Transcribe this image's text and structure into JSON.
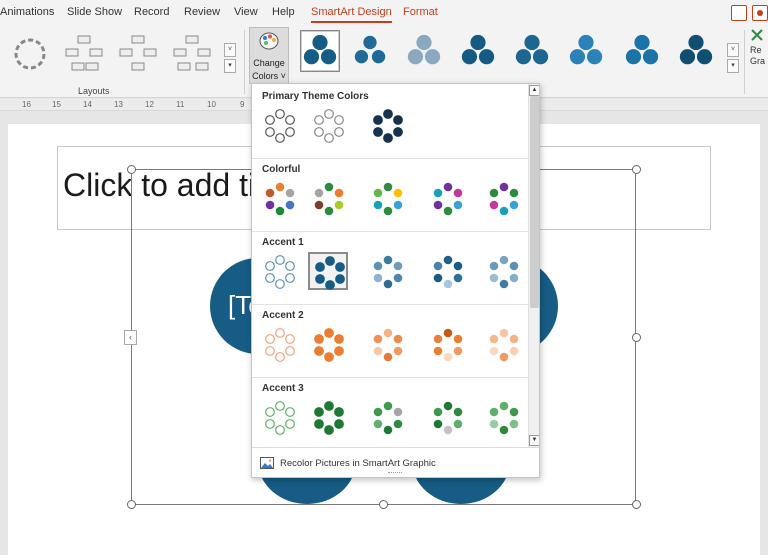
{
  "tabs": [
    {
      "label": "Animations",
      "active": false,
      "ctx": false
    },
    {
      "label": "Slide Show",
      "active": false,
      "ctx": false
    },
    {
      "label": "Record",
      "active": false,
      "ctx": false
    },
    {
      "label": "Review",
      "active": false,
      "ctx": false
    },
    {
      "label": "View",
      "active": false,
      "ctx": false
    },
    {
      "label": "Help",
      "active": false,
      "ctx": false
    },
    {
      "label": "SmartArt Design",
      "active": true,
      "ctx": true
    },
    {
      "label": "Format",
      "active": false,
      "ctx": true
    }
  ],
  "ribbon": {
    "layouts_label": "Layouts",
    "change_colors": {
      "line1": "Change",
      "line2": "Colors ˅"
    },
    "reset_partial": {
      "line1": "Re",
      "line2": "Gra"
    }
  },
  "ruler": {
    "labels": [
      "16",
      "15",
      "14",
      "13",
      "12",
      "11",
      "10",
      "9"
    ]
  },
  "slide": {
    "title_placeholder": "Click to add ti",
    "text_placeholder": "[Te",
    "side_tab": "‹"
  },
  "dropdown": {
    "sections": [
      {
        "title": "Primary Theme Colors",
        "options": [
          {
            "colors": [
              "#ffffff",
              "#ffffff",
              "#ffffff",
              "#ffffff",
              "#ffffff",
              "#ffffff"
            ],
            "stroke": "#555555"
          },
          {
            "colors": [
              "#ffffff",
              "#ffffff",
              "#ffffff",
              "#ffffff",
              "#ffffff",
              "#ffffff"
            ],
            "stroke": "#888888"
          },
          {
            "colors": [
              "#17324d",
              "#17324d",
              "#17324d",
              "#17324d",
              "#17324d",
              "#17324d"
            ],
            "stroke": "#17324d"
          }
        ]
      },
      {
        "title": "Colorful",
        "options": [
          {
            "colors": [
              "#ed7d31",
              "#a5a5a5",
              "#4472c4",
              "#1d8a3a",
              "#7030a0",
              "#bf5a2a"
            ],
            "stroke": "none"
          },
          {
            "colors": [
              "#2e8b3d",
              "#ed7d31",
              "#a9c92c",
              "#2e8b3d",
              "#7a3e2b",
              "#a5a5a5"
            ],
            "stroke": "none"
          },
          {
            "colors": [
              "#2e8b3d",
              "#ffc000",
              "#3aa3d6",
              "#2e8b3d",
              "#17a2b8",
              "#5fba47"
            ],
            "stroke": "none"
          },
          {
            "colors": [
              "#7030a0",
              "#c0399b",
              "#3aa3d6",
              "#2e8b3d",
              "#7030a0",
              "#17a2b8"
            ],
            "stroke": "none"
          },
          {
            "colors": [
              "#7030a0",
              "#2e8b3d",
              "#3aa3d6",
              "#17a2b8",
              "#c0399b",
              "#2e8b3d"
            ],
            "stroke": "none"
          }
        ]
      },
      {
        "title": "Accent 1",
        "options": [
          {
            "colors": [
              "#ffffff",
              "#ffffff",
              "#ffffff",
              "#ffffff",
              "#ffffff",
              "#ffffff"
            ],
            "stroke": "#5a93b8"
          },
          {
            "colors": [
              "#165c84",
              "#165c84",
              "#165c84",
              "#165c84",
              "#165c84",
              "#165c84"
            ],
            "stroke": "#165c84",
            "selected": true
          },
          {
            "colors": [
              "#3a7aa1",
              "#6d9cbb",
              "#4f86ab",
              "#2e6d95",
              "#8db2cc",
              "#5b90b3"
            ],
            "stroke": "none"
          },
          {
            "colors": [
              "#1f5f88",
              "#165c84",
              "#2f6f98",
              "#a7c4d8",
              "#165c84",
              "#4a83a9"
            ],
            "stroke": "none"
          },
          {
            "colors": [
              "#7aa5c2",
              "#5b90b3",
              "#86aec8",
              "#3f7ba3",
              "#9bbcd3",
              "#6b9abb"
            ],
            "stroke": "none"
          }
        ]
      },
      {
        "title": "Accent 2",
        "options": [
          {
            "colors": [
              "#ffffff",
              "#ffffff",
              "#ffffff",
              "#ffffff",
              "#ffffff",
              "#ffffff"
            ],
            "stroke": "#f0a278"
          },
          {
            "colors": [
              "#ed7d31",
              "#ed7d31",
              "#ed7d31",
              "#ed7d31",
              "#ed7d31",
              "#ed7d31"
            ],
            "stroke": "#ed7d31"
          },
          {
            "colors": [
              "#f4b183",
              "#ee8a4a",
              "#f19a62",
              "#e47a33",
              "#f7c7a3",
              "#ef9157"
            ],
            "stroke": "none"
          },
          {
            "colors": [
              "#c55a11",
              "#ed7d31",
              "#f19a62",
              "#fbd8bf",
              "#ed7d31",
              "#e8803f"
            ],
            "stroke": "none"
          },
          {
            "colors": [
              "#f7c5a3",
              "#f4b183",
              "#f8cfb1",
              "#f19a62",
              "#fad9c4",
              "#f5b88f"
            ],
            "stroke": "none"
          }
        ]
      },
      {
        "title": "Accent 3",
        "options": [
          {
            "colors": [
              "#ffffff",
              "#ffffff",
              "#ffffff",
              "#ffffff",
              "#ffffff",
              "#ffffff"
            ],
            "stroke": "#5fae6b"
          },
          {
            "colors": [
              "#1e7a33",
              "#1e7a33",
              "#1e7a33",
              "#1e7a33",
              "#1e7a33",
              "#1e7a33"
            ],
            "stroke": "#1e7a33"
          },
          {
            "colors": [
              "#3d9a4c",
              "#a5a5a5",
              "#2e8b3d",
              "#1e7a33",
              "#5fae6b",
              "#3d9a4c"
            ],
            "stroke": "none"
          },
          {
            "colors": [
              "#1e7a33",
              "#2e8b3d",
              "#5fae6b",
              "#c3c3c3",
              "#1e7a33",
              "#3d9a4c"
            ],
            "stroke": "none"
          },
          {
            "colors": [
              "#5fae6b",
              "#3d9a4c",
              "#7dbf88",
              "#2e8b3d",
              "#96cc9f",
              "#5fae6b"
            ],
            "stroke": "none"
          }
        ]
      }
    ],
    "recolor_label": "Recolor Pictures in SmartArt Graphic"
  }
}
